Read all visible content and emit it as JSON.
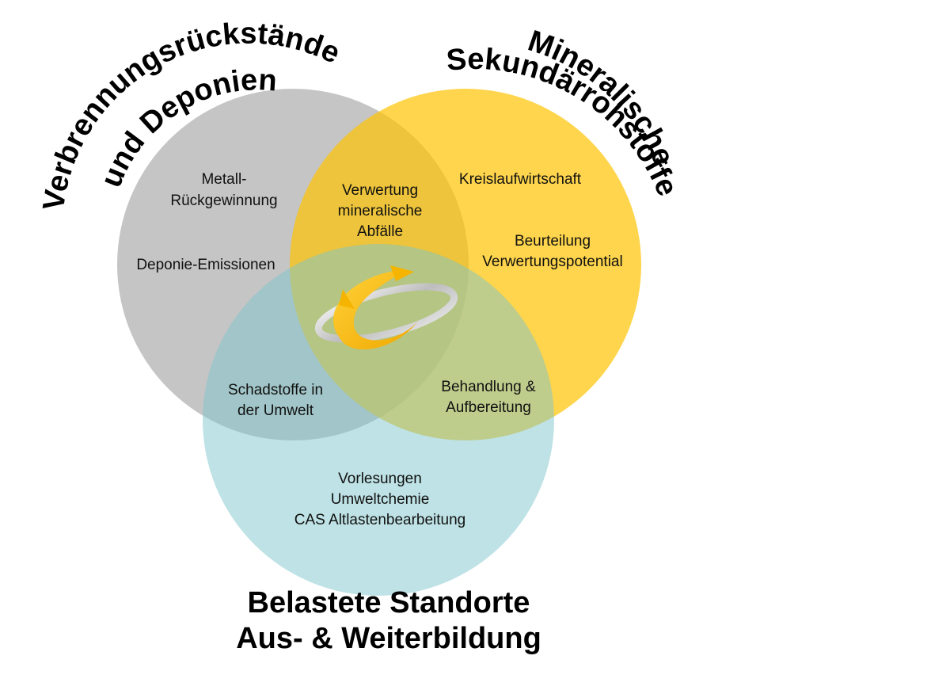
{
  "sets": {
    "left": {
      "title_line1": "Verbrennungsrückstände",
      "title_line2": "und Deponien",
      "color": "#8C8C8C"
    },
    "right": {
      "title_line1": "Mineralische",
      "title_line2": "Sekundärrohstoffe",
      "color": "#FDC300"
    },
    "bottom": {
      "title_line1": "Belastete Standorte",
      "title_line2": "Aus- & Weiterbildung",
      "color": "#7EC6CB"
    }
  },
  "regions": {
    "left_only": {
      "item1_line1": "Metall-",
      "item1_line2": "Rückgewinnung",
      "item2": "Deponie-Emissionen"
    },
    "right_only": {
      "item1": "Kreislaufwirtschaft",
      "item2_line1": "Beurteilung",
      "item2_line2": "Verwertungspotential"
    },
    "left_right": {
      "line1": "Verwertung",
      "line2": "mineralische",
      "line3": "Abfälle"
    },
    "left_bottom": {
      "line1": "Schadstoffe in",
      "line2": "der Umwelt"
    },
    "right_bottom": {
      "line1": "Behandlung &",
      "line2": "Aufbereitung"
    },
    "bottom_only": {
      "line1": "Vorlesungen",
      "line2": "Umweltchemie",
      "line3": "CAS Altlastenbearbeitung"
    }
  },
  "center_logo": {
    "icon": "orbit-logo-icon",
    "colors": [
      "#F5B400",
      "#C9C9C9"
    ]
  }
}
